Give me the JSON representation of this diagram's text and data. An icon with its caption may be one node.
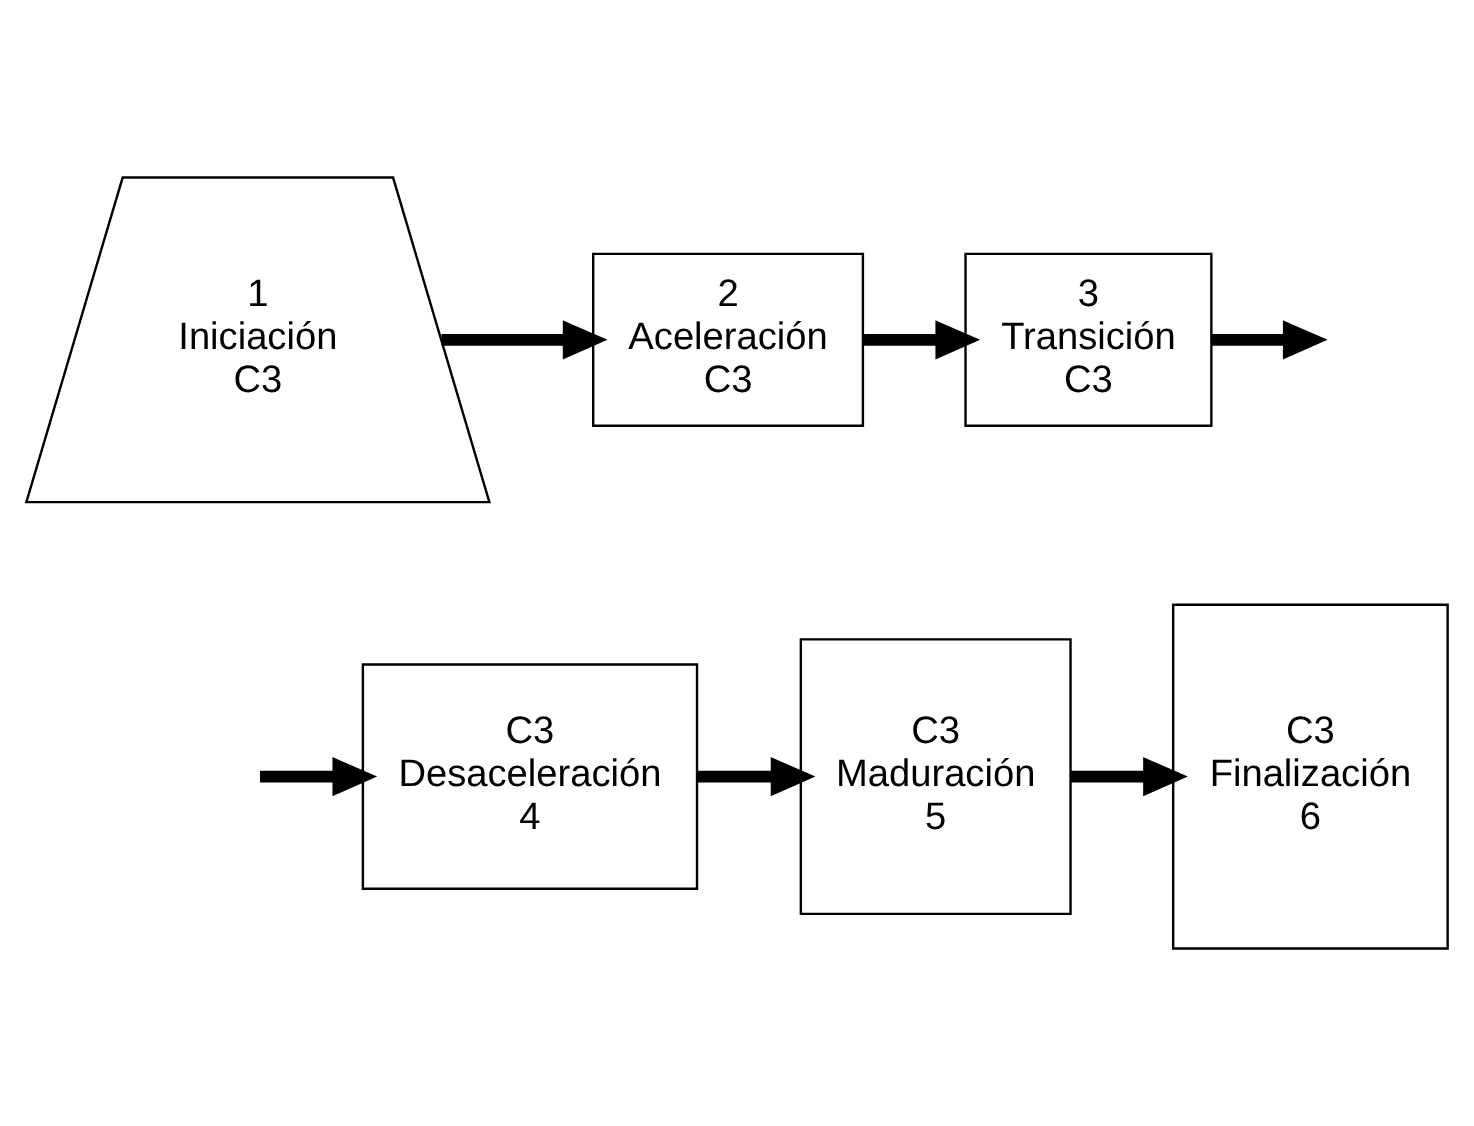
{
  "diagram": {
    "nodes": [
      {
        "text": [
          "1",
          "Iniciación",
          "C3"
        ]
      },
      {
        "text": [
          "2",
          "Aceleración",
          "C3"
        ]
      },
      {
        "text": [
          "3",
          "Transición",
          "C3"
        ]
      },
      {
        "text": [
          "C3",
          "Desaceleración",
          "4"
        ]
      },
      {
        "text": [
          "C3",
          "Maduración",
          "5"
        ]
      },
      {
        "text": [
          "C3",
          "Finalización",
          "6"
        ]
      }
    ],
    "edges": [
      {
        "from": 0,
        "to": 1,
        "arrow": "to"
      },
      {
        "from": 1,
        "to": 2,
        "arrow": "to"
      },
      {
        "from": 2,
        "to": null,
        "arrow": "to"
      },
      {
        "from": null,
        "to": 3,
        "arrow": "to"
      },
      {
        "from": 3,
        "to": 4,
        "arrow": "to"
      },
      {
        "from": 4,
        "to": 5,
        "arrow": "to"
      }
    ]
  }
}
